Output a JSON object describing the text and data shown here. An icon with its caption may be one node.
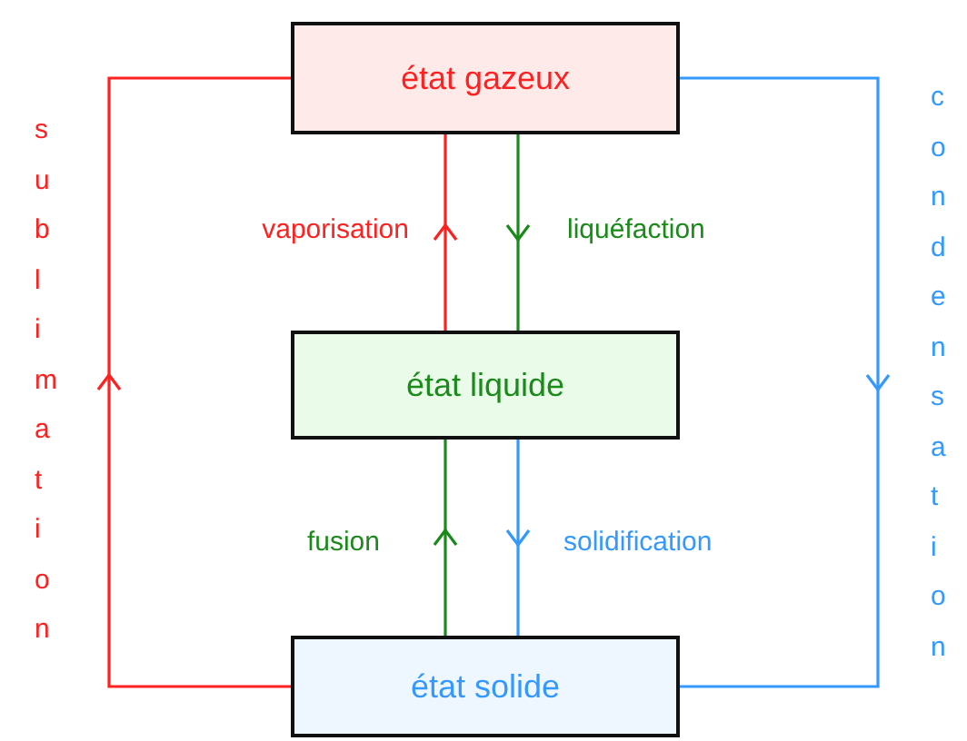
{
  "diagram": {
    "nodes": [
      {
        "text": [
          "état gazeux"
        ]
      },
      {
        "text": [
          "état liquide"
        ]
      },
      {
        "text": [
          "état solide"
        ]
      }
    ],
    "edges": [
      {
        "from": 1,
        "to": 0,
        "arrow": "to",
        "label": "vaporisation",
        "color": "#ff2020"
      },
      {
        "from": 0,
        "to": 1,
        "arrow": "to",
        "label": "liquéfaction",
        "color": "#1a8a1a"
      },
      {
        "from": 2,
        "to": 1,
        "arrow": "to",
        "label": "fusion",
        "color": "#1a8a1a"
      },
      {
        "from": 1,
        "to": 2,
        "arrow": "to",
        "label": "solidification",
        "color": "#3399ff"
      },
      {
        "from": 2,
        "to": 0,
        "arrow": "to",
        "label": "sublimation",
        "color": "#ff2020"
      },
      {
        "from": 0,
        "to": 2,
        "arrow": "to",
        "label": "condensation",
        "color": "#3399ff"
      }
    ]
  }
}
